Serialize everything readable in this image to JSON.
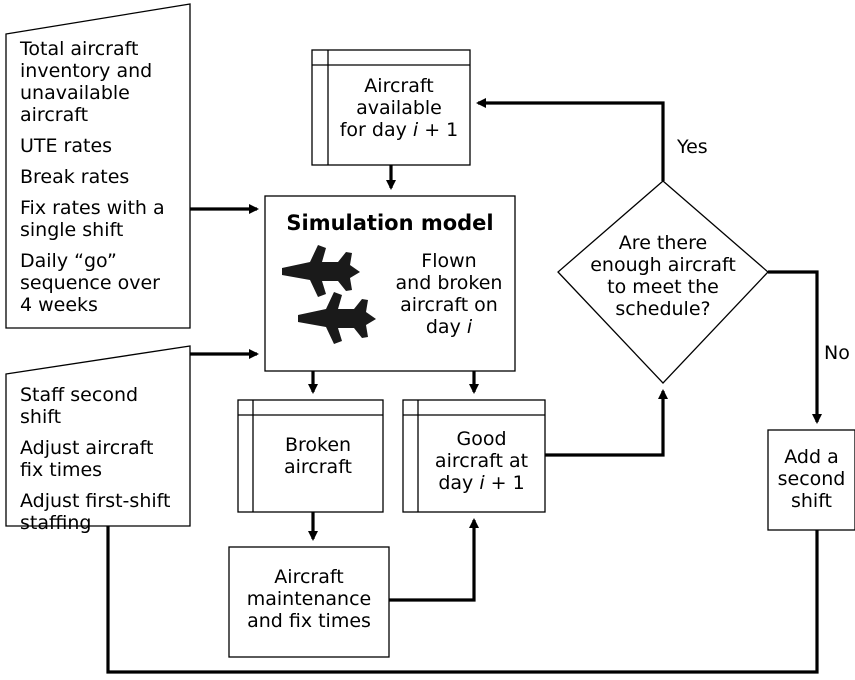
{
  "inputs": {
    "items": [
      [
        "Total aircraft",
        "inventory and",
        "unavailable",
        "aircraft"
      ],
      [
        "UTE rates"
      ],
      [
        "Break rates"
      ],
      [
        "Fix rates with a",
        "single shift"
      ],
      [
        "Daily “go”",
        "sequence over",
        "4 weeks"
      ]
    ]
  },
  "adjustments": {
    "items": [
      [
        "Staff second",
        "shift"
      ],
      [
        "Adjust aircraft",
        "fix times"
      ],
      [
        "Adjust first-shift",
        "staffing"
      ]
    ]
  },
  "available": {
    "lines": [
      "Aircraft",
      "available",
      "for day ",
      "i",
      " + 1"
    ]
  },
  "simulation": {
    "title": "Simulation model",
    "lines": [
      "Flown",
      "and broken",
      "aircraft on",
      "day ",
      "i"
    ],
    "jet_icon": "fighter-jet-icon"
  },
  "broken": {
    "lines": [
      "Broken",
      "aircraft"
    ]
  },
  "good": {
    "lines": [
      "Good",
      "aircraft at",
      "day ",
      "i",
      " + 1"
    ]
  },
  "maintenance": {
    "lines": [
      "Aircraft",
      "maintenance",
      "and fix times"
    ]
  },
  "decision": {
    "lines": [
      "Are there",
      "enough aircraft",
      "to meet the",
      "schedule?"
    ]
  },
  "second_shift": {
    "lines": [
      "Add a",
      "second",
      "shift"
    ]
  },
  "labels": {
    "yes": "Yes",
    "no": "No"
  },
  "colors": {
    "line": "#000000",
    "fill": "#ffffff"
  }
}
